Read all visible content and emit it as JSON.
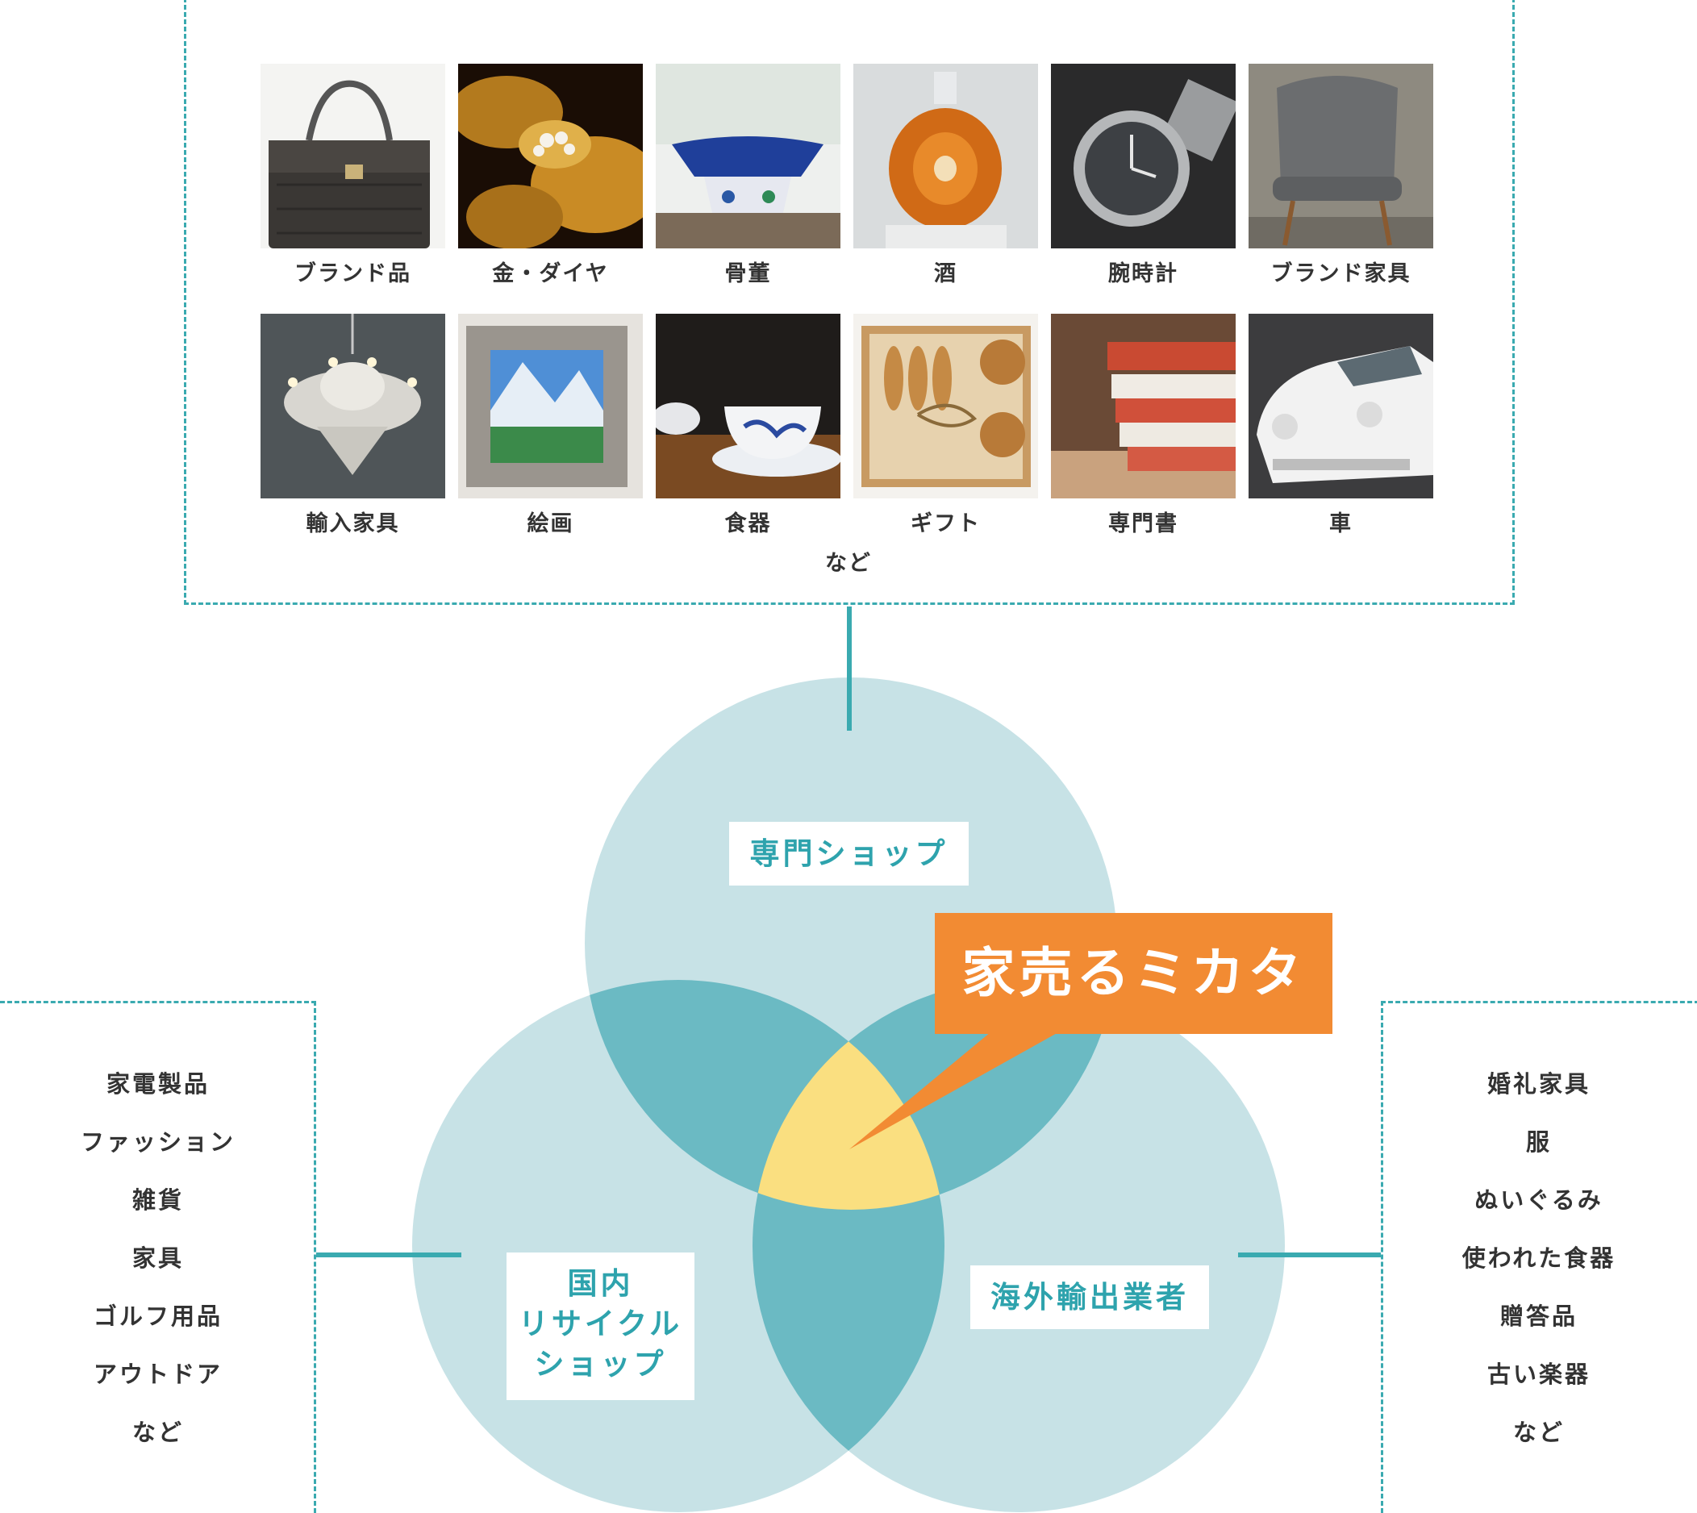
{
  "categories": [
    {
      "label": "ブランド品",
      "icon": "handbag-photo"
    },
    {
      "label": "金・ダイヤ",
      "icon": "gold-jewelry-photo"
    },
    {
      "label": "骨董",
      "icon": "antique-bowl-photo"
    },
    {
      "label": "酒",
      "icon": "liquor-bottle-photo"
    },
    {
      "label": "腕時計",
      "icon": "wristwatch-photo"
    },
    {
      "label": "ブランド家具",
      "icon": "designer-chair-photo"
    },
    {
      "label": "輸入家具",
      "icon": "chandelier-photo"
    },
    {
      "label": "絵画",
      "icon": "painting-photo"
    },
    {
      "label": "食器",
      "icon": "teacup-photo"
    },
    {
      "label": "ギフト",
      "icon": "gift-box-photo"
    },
    {
      "label": "専門書",
      "icon": "books-photo"
    },
    {
      "label": "車",
      "icon": "car-photo"
    }
  ],
  "top_etc": "など",
  "venn": {
    "specialty_shop": "専門ショップ",
    "domestic_recycle": [
      "国内",
      "リサイクル",
      "ショップ"
    ],
    "overseas_exporter": "海外輸出業者",
    "brand": "家売るミカタ"
  },
  "left_list": [
    "家電製品",
    "ファッション",
    "雑貨",
    "家具",
    "ゴルフ用品",
    "アウトドア",
    "など"
  ],
  "right_list": [
    "婚礼家具",
    "服",
    "ぬいぐるみ",
    "使われた食器",
    "贈答品",
    "古い楽器",
    "など"
  ],
  "colors": {
    "accent": "#3aaab0",
    "circle": "#c7e2e6",
    "overlap": "#6bbac3",
    "center": "#fadf80",
    "brand": "#f28b33",
    "label_text": "#2ea3ad"
  }
}
